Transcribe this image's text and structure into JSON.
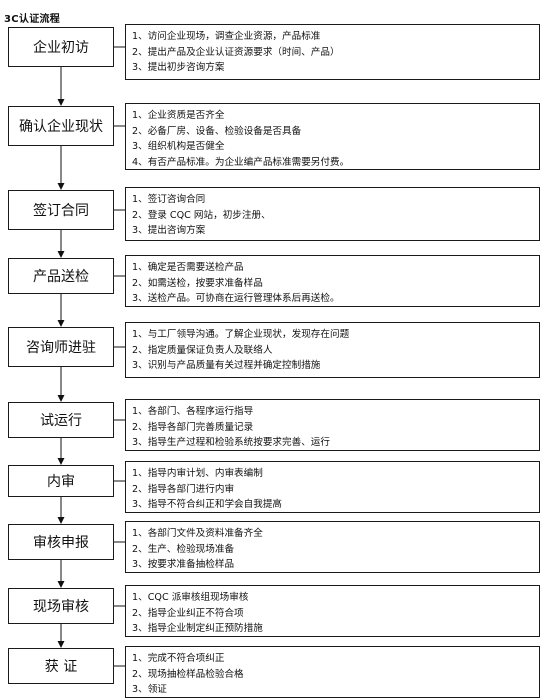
{
  "title": "3C认证流程",
  "steps": [
    {
      "label": "企业初访",
      "items": [
        "1、访问企业现场，调查企业资源，产品标准",
        "2、提出产品及企业认证资源要求（时间、产品）",
        "3、提出初步咨询方案"
      ]
    },
    {
      "label": "确认企业现状",
      "items": [
        "1、企业资质是否齐全",
        "2、必备厂房、设备、检验设备是否具备",
        "3、组织机构是否健全",
        "4、有否产品标准。为企业编产品标准需要另付费。"
      ]
    },
    {
      "label": "签订合同",
      "items": [
        "1、签订咨询合同",
        "2、登录 CQC 网站，初步注册、",
        "3、提出咨询方案"
      ]
    },
    {
      "label": "产品送检",
      "items": [
        "1、确定是否需要送检产品",
        "2、如需送检，按要求准备样品",
        "3、送检产品。可协商在运行管理体系后再送检。"
      ]
    },
    {
      "label": "咨询师进驻",
      "items": [
        "1、与工厂领导沟通。了解企业现状，发现存在问题",
        "2、指定质量保证负责人及联络人",
        "3、识别与产品质量有关过程并确定控制措施"
      ]
    },
    {
      "label": "试运行",
      "items": [
        "1、各部门、各程序运行指导",
        "2、指导各部门完善质量记录",
        "3、指导生产过程和检验系统按要求完善、运行"
      ]
    },
    {
      "label": "内审",
      "items": [
        "1、指导内审计划、内审表编制",
        "2、指导各部门进行内审",
        "3、指导不符合纠正和学会自我提高"
      ]
    },
    {
      "label": "审核申报",
      "items": [
        "1、各部门文件及资料准备齐全",
        "2、生产、检验现场准备",
        "3、按要求准备抽检样品"
      ]
    },
    {
      "label": "现场审核",
      "items": [
        "1、CQC 派审核组现场审核",
        "2、指导企业纠正不符合项",
        "3、指导企业制定纠正预防措施"
      ]
    },
    {
      "label": "获 证",
      "items": [
        "1、完成不符合项纠正",
        "2、现场抽检样品检验合格",
        "3、领证"
      ]
    }
  ]
}
